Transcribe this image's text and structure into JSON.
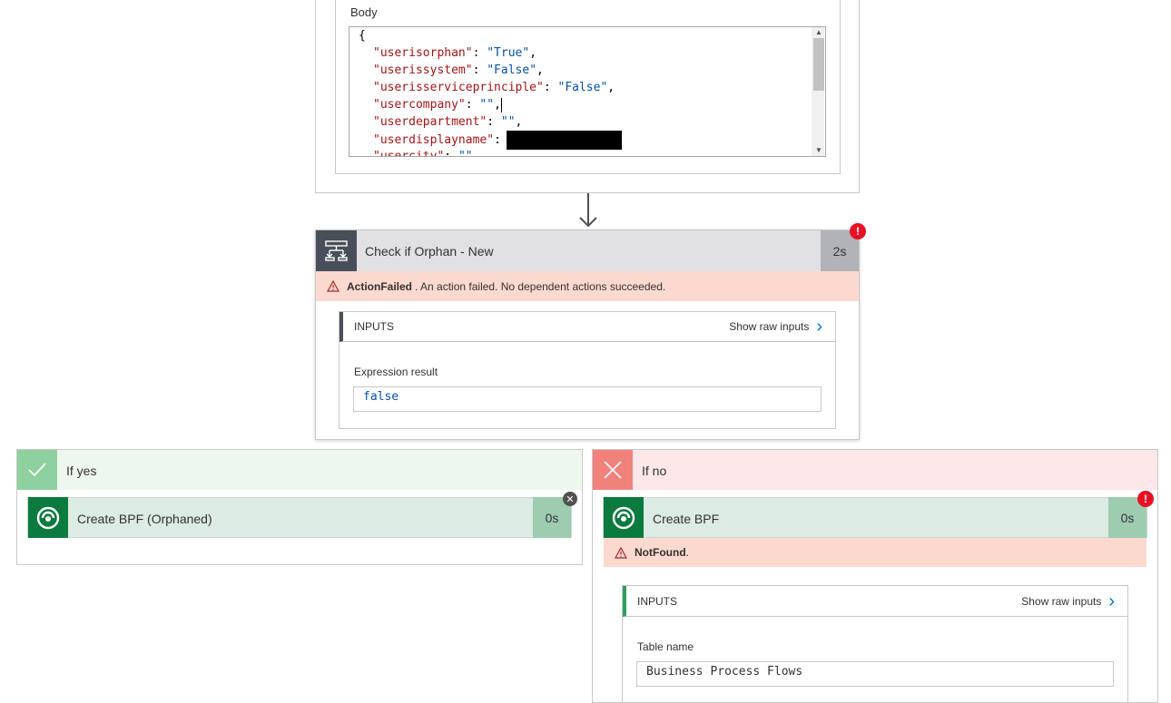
{
  "http_step": {
    "body_label": "Body",
    "body_lines": [
      {
        "open": "{"
      },
      {
        "key": "\"userisorphan\"",
        "value": "\"True\"",
        "trail": ","
      },
      {
        "key": "\"userissystem\"",
        "value": "\"False\"",
        "trail": ","
      },
      {
        "key": "\"userisserviceprinciple\"",
        "value": "\"False\"",
        "trail": ","
      },
      {
        "key": "\"usercompany\"",
        "value": "\"\"",
        "trail": ","
      },
      {
        "key": "\"userdepartment\"",
        "value": "\"\"",
        "trail": ","
      },
      {
        "key": "\"userdisplayname\"",
        "value": "",
        "trail": ""
      },
      {
        "key": "\"usercity\"",
        "value": "\"\"",
        "trail": ""
      }
    ]
  },
  "condition": {
    "title": "Check if Orphan - New",
    "duration": "2s",
    "error_badge": "!",
    "error_code": "ActionFailed",
    "error_message": ". An action failed. No dependent actions succeeded.",
    "inputs_label": "INPUTS",
    "show_raw": "Show raw inputs",
    "expression_label": "Expression result",
    "expression_value": "false"
  },
  "branch_yes": {
    "label": "If yes",
    "action": {
      "title": "Create BPF (Orphaned)",
      "duration": "0s",
      "status_badge": "✕"
    }
  },
  "branch_no": {
    "label": "If no",
    "action": {
      "title": "Create BPF",
      "duration": "0s",
      "error_badge": "!",
      "error_code": "NotFound",
      "error_trail": ".",
      "inputs_label": "INPUTS",
      "show_raw": "Show raw inputs",
      "table_label": "Table name",
      "table_value": "Business Process Flows"
    }
  },
  "colors": {
    "condition_icon": "#484f58",
    "error_bar": "#fcd9ce",
    "error_badge": "#e81123",
    "yes_icon": "#8fd19e",
    "no_icon": "#f1827b",
    "dataverse": "#0b7a3e",
    "link": "#0078d4"
  }
}
